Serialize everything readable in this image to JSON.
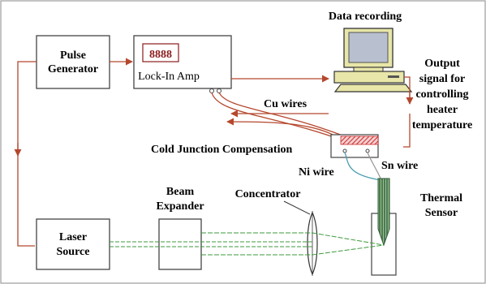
{
  "blocks": {
    "pulse_generator": [
      "Pulse",
      "Generator"
    ],
    "lock_in_amp": "Lock-In Amp",
    "display": "8888",
    "laser_source": [
      "Laser",
      "Source"
    ]
  },
  "labels": {
    "data_recording": "Data recording",
    "output_signal": [
      "Output",
      "signal for",
      "controlling",
      "heater",
      "temperature"
    ],
    "cu_wires": "Cu wires",
    "cold_junction": "Cold Junction Compensation",
    "ni_wire": "Ni wire",
    "sn_wire": "Sn wire",
    "thermal_sensor": [
      "Thermal",
      "Sensor"
    ],
    "beam_expander": [
      "Beam",
      "Expander"
    ],
    "concentrator": "Concentrator"
  },
  "colors": {
    "wire": "#b5472d",
    "beam": "#3c9a3c",
    "ni_wire": "#4a9db0",
    "display_text": "#8b1a1a",
    "hatch": "#cc2a2a",
    "computer": "#e8e6a8"
  }
}
